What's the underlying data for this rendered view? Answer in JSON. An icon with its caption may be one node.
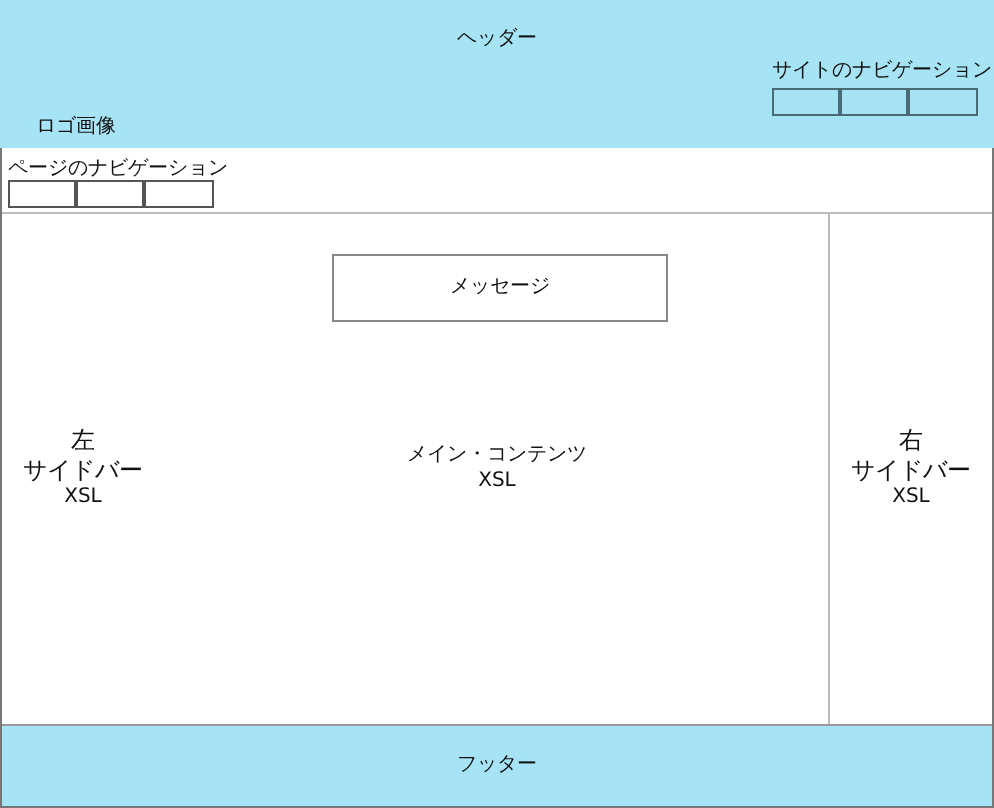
{
  "diagram": {
    "nodes": [
      {
        "text": [
          "ヘッダー"
        ]
      },
      {
        "text": [],
        "shape": "box",
        "in": 0
      },
      {
        "text": [],
        "shape": "box",
        "in": 0
      },
      {
        "text": [],
        "shape": "box",
        "in": 0
      },
      {
        "text": [],
        "shape": "box"
      },
      {
        "text": [],
        "shape": "box"
      },
      {
        "text": [],
        "shape": "box"
      },
      {
        "text": [
          "左",
          "サイドバー",
          "XSL"
        ]
      },
      {
        "text": [
          "メイン・コンテンツ",
          "XSL"
        ]
      },
      {
        "text": [
          "メッセージ"
        ],
        "in": 8
      },
      {
        "text": [
          "右",
          "サイドバー",
          "XSL"
        ]
      },
      {
        "text": [
          "フッター"
        ]
      }
    ],
    "edges": [],
    "labels": [
      "サイトのナビゲーション",
      "ロゴ画像",
      "ページのナビゲーション"
    ]
  }
}
